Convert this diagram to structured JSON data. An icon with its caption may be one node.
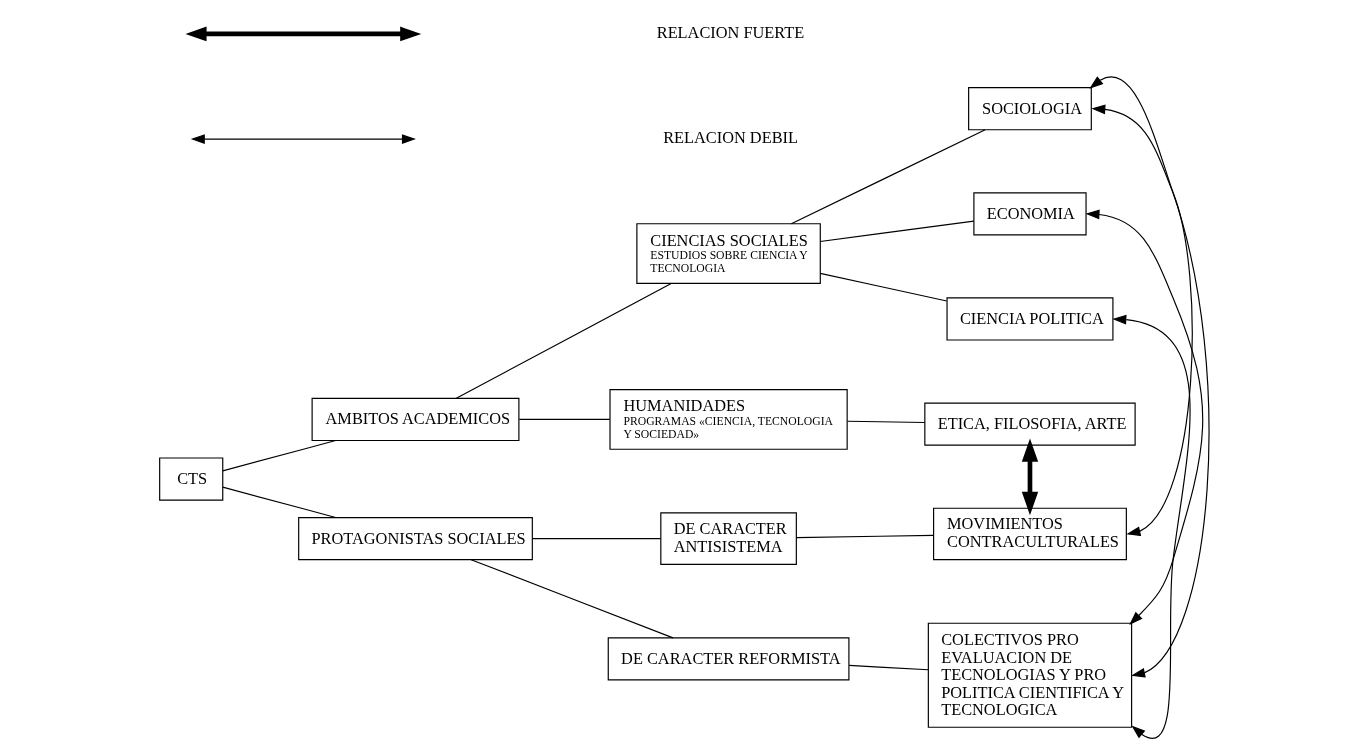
{
  "diagram": {
    "nodes": [
      {
        "text": [
          "CTS"
        ]
      },
      {
        "text": [
          "AMBITOS ACADEMICOS"
        ]
      },
      {
        "text": [
          "PROTAGONISTAS SOCIALES"
        ]
      },
      {
        "text": [
          "CIENCIAS SOCIALES",
          "ESTUDIOS SOBRE CIENCIA Y TECNOLOGIA"
        ]
      },
      {
        "text": [
          "HUMANIDADES",
          "PROGRAMAS «CIENCIA, TECNOLOGIA Y SOCIEDAD»"
        ]
      },
      {
        "text": [
          "DE CARACTER ANTISISTEMA"
        ]
      },
      {
        "text": [
          "DE CARACTER REFORMISTA"
        ]
      },
      {
        "text": [
          "SOCIOLOGIA"
        ]
      },
      {
        "text": [
          "ECONOMIA"
        ]
      },
      {
        "text": [
          "CIENCIA POLITICA"
        ]
      },
      {
        "text": [
          "ETICA, FILOSOFIA, ARTE"
        ]
      },
      {
        "text": [
          "MOVIMIENTOS CONTRACULTURALES"
        ]
      },
      {
        "text": [
          "COLECTIVOS PRO EVALUACION DE TECNOLOGIAS Y PRO POLITICA CIENTIFICA Y TECNOLOGICA"
        ]
      }
    ],
    "edges": [
      {
        "from": 0,
        "to": 1,
        "arrow": "none"
      },
      {
        "from": 0,
        "to": 2,
        "arrow": "none"
      },
      {
        "from": 1,
        "to": 3,
        "arrow": "none"
      },
      {
        "from": 1,
        "to": 4,
        "arrow": "none"
      },
      {
        "from": 2,
        "to": 5,
        "arrow": "none"
      },
      {
        "from": 2,
        "to": 6,
        "arrow": "none"
      },
      {
        "from": 3,
        "to": 7,
        "arrow": "none"
      },
      {
        "from": 3,
        "to": 8,
        "arrow": "none"
      },
      {
        "from": 3,
        "to": 9,
        "arrow": "none"
      },
      {
        "from": 4,
        "to": 10,
        "arrow": "none"
      },
      {
        "from": 5,
        "to": 11,
        "arrow": "none"
      },
      {
        "from": 6,
        "to": 12,
        "arrow": "none"
      },
      {
        "from": 10,
        "to": 11,
        "arrow": "both",
        "style": "thick"
      },
      {
        "from": 7,
        "to": 11,
        "arrow": "both"
      },
      {
        "from": 7,
        "to": 12,
        "arrow": "both"
      },
      {
        "from": 8,
        "to": 12,
        "arrow": "both"
      },
      {
        "from": 9,
        "to": 12,
        "arrow": "both"
      }
    ],
    "legend": [
      {
        "text": "RELACION FUERTE"
      },
      {
        "text": "RELACION DEBIL"
      }
    ]
  }
}
